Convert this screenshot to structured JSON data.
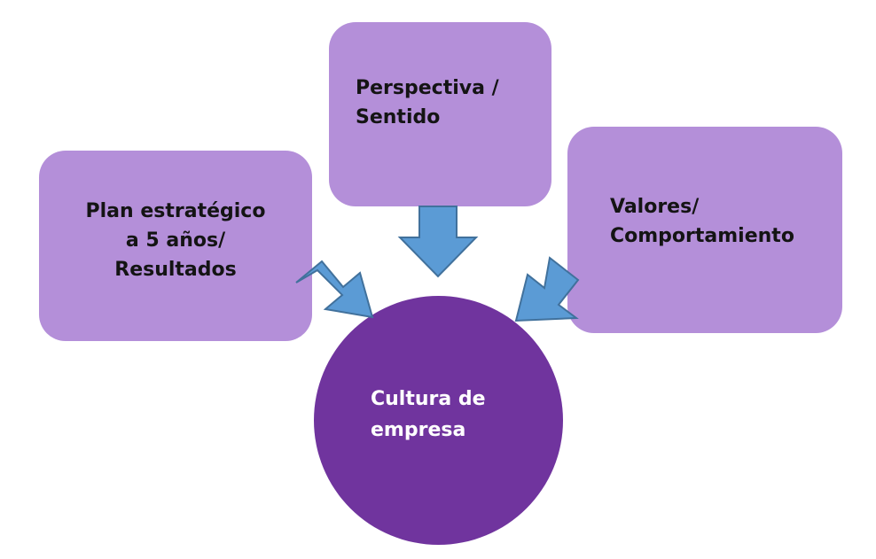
{
  "nodes": {
    "left": {
      "lines": [
        "Plan estratégico",
        "a 5 años/",
        "Resultados"
      ]
    },
    "top": {
      "lines": [
        "Perspectiva /",
        "Sentido"
      ]
    },
    "right": {
      "lines": [
        "Valores/",
        "Comportamiento"
      ]
    },
    "center": {
      "lines": [
        "Cultura de",
        "empresa"
      ]
    }
  },
  "colors": {
    "box_fill": "#b48fd9",
    "circle_fill": "#70349e",
    "arrow_fill": "#5b9bd5",
    "arrow_stroke": "#41719c"
  }
}
